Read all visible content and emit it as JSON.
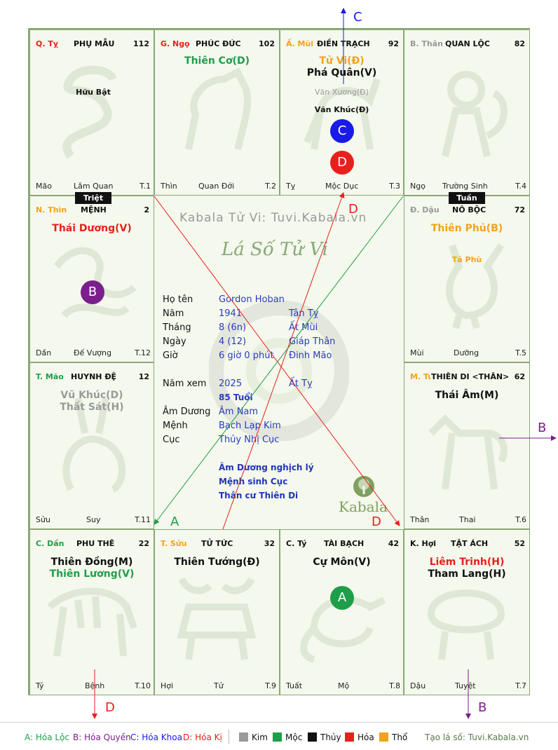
{
  "cells": {
    "ty_q": {
      "branch": "Q. Tỵ",
      "palace": "PHỤ MẪU",
      "score": "112",
      "stars_major": [],
      "stars_minor": [
        "Hữu Bật"
      ],
      "bottom_left": "Mão",
      "bottom_mid": "Lâm Quan",
      "bottom_right": "T.1"
    },
    "ngo_g": {
      "branch": "G. Ngọ",
      "palace": "PHÚC ĐỨC",
      "score": "102",
      "stars_major": [
        "Thiên Cơ(D)"
      ],
      "stars_minor": [],
      "bottom_left": "Thìn",
      "bottom_mid": "Quan Đới",
      "bottom_right": "T.2"
    },
    "mui_a": {
      "branch": "Ấ. Mùi",
      "palace": "ĐIỀN TRẠCH",
      "score": "92",
      "stars_major": [
        "Tử Vi(Đ)",
        "Phá Quân(V)"
      ],
      "stars_minor": [
        "Văn Xương(Đ)",
        "Văn Khúc(Đ)"
      ],
      "bottom_left": "Tỵ",
      "bottom_mid": "Mộc Dục",
      "bottom_right": "T.3"
    },
    "than_b": {
      "branch": "B. Thân",
      "palace": "QUAN LỘC",
      "score": "82",
      "stars_major": [],
      "stars_minor": [],
      "bottom_left": "Ngọ",
      "bottom_mid": "Trường Sinh",
      "bottom_right": "T.4"
    },
    "thin_n": {
      "branch": "N. Thìn",
      "palace": "MỆNH",
      "score": "2",
      "stars_major": [
        "Thái Dương(V)"
      ],
      "stars_minor": [],
      "bottom_left": "Dần",
      "bottom_mid": "Đế Vượng",
      "bottom_right": "T.12"
    },
    "dau_d": {
      "branch": "Đ. Dậu",
      "palace": "NÔ BỘC",
      "score": "72",
      "stars_major": [
        "Thiên Phủ(B)"
      ],
      "stars_minor": [
        "Tả Phù"
      ],
      "bottom_left": "Mùi",
      "bottom_mid": "Dưỡng",
      "bottom_right": "T.5"
    },
    "mao_t": {
      "branch": "T. Mão",
      "palace": "HUYNH ĐỆ",
      "score": "12",
      "stars_major": [
        "Vũ Khúc(D)",
        "Thất Sát(H)"
      ],
      "stars_minor": [],
      "bottom_left": "Sửu",
      "bottom_mid": "Suy",
      "bottom_right": "T.11"
    },
    "tuat_m": {
      "branch": "M. Tuất",
      "palace": "THIÊN DI <THÂN>",
      "score": "62",
      "stars_major": [
        "Thái Âm(M)"
      ],
      "stars_minor": [],
      "bottom_left": "Thân",
      "bottom_mid": "Thai",
      "bottom_right": "T.6"
    },
    "dan_c": {
      "branch": "C. Dần",
      "palace": "PHU THÊ",
      "score": "22",
      "stars_major": [
        "Thiên Đồng(M)",
        "Thiên Lương(V)"
      ],
      "stars_minor": [],
      "bottom_left": "Tý",
      "bottom_mid": "Bệnh",
      "bottom_right": "T.10"
    },
    "suu_t": {
      "branch": "T. Sửu",
      "palace": "TỬ TỨC",
      "score": "32",
      "stars_major": [
        "Thiên Tướng(Đ)"
      ],
      "stars_minor": [],
      "bottom_left": "Hợi",
      "bottom_mid": "Tử",
      "bottom_right": "T.9"
    },
    "ty_c": {
      "branch": "C. Tý",
      "palace": "TÀI BẠCH",
      "score": "42",
      "stars_major": [
        "Cự Môn(V)"
      ],
      "stars_minor": [],
      "bottom_left": "Tuất",
      "bottom_mid": "Mộ",
      "bottom_right": "T.8"
    },
    "hoi_k": {
      "branch": "K. Hợi",
      "palace": "TẬT ÁCH",
      "score": "52",
      "stars_major": [
        "Liêm Trinh(H)",
        "Tham Lang(H)"
      ],
      "stars_minor": [],
      "bottom_left": "Dậu",
      "bottom_mid": "Tuyệt",
      "bottom_right": "T.7"
    }
  },
  "tags": {
    "triet": "Triệt",
    "tuan": "Tuần"
  },
  "badges": {
    "a": "A",
    "b": "B",
    "c": "C",
    "d": "D"
  },
  "arrow_labels": {
    "a": "A",
    "b": "B",
    "c": "C",
    "d": "D"
  },
  "center": {
    "watermark": "Kabala Tử Vi: Tuvi.Kabala.vn",
    "subtitle": "Lá Số Tử Vi",
    "logo_text": "Kabala",
    "rows": [
      {
        "label": "Họ tên",
        "value": "Gordon Hoban",
        "can": ""
      },
      {
        "label": "Năm",
        "value": "1941",
        "can": "Tân Tỵ"
      },
      {
        "label": "Tháng",
        "value": "8  (6n)",
        "can": "Ất Mùi"
      },
      {
        "label": "Ngày",
        "value": "4  (12)",
        "can": "Giáp Thân"
      },
      {
        "label": "Giờ",
        "value": "6 giờ 0 phút",
        "can": "Đinh Mão"
      },
      {
        "label": "Năm xem",
        "value": "2025",
        "can": "Ất Tỵ"
      },
      {
        "label": "",
        "value": "85 Tuổi",
        "can": ""
      },
      {
        "label": "Âm Dương",
        "value": "Âm Nam",
        "can": ""
      },
      {
        "label": "Mệnh",
        "value": "Bạch Lạp Kim",
        "can": ""
      },
      {
        "label": "Cục",
        "value": "Thủy Nhị Cục",
        "can": ""
      }
    ],
    "notes": [
      "Âm Dương nghịch lý",
      "Mệnh sinh Cục",
      "Thân cư Thiên Di"
    ]
  },
  "legend": {
    "hoa_loc": "A: Hóa Lộc",
    "hoa_quyen": "B: Hóa Quyền",
    "hoa_khoa": "C: Hóa Khoa",
    "hoa_ki": "D: Hóa Kị",
    "elements": [
      {
        "name": "Kim",
        "color": "#9a9a9a"
      },
      {
        "name": "Mộc",
        "color": "#1f9e4a"
      },
      {
        "name": "Thủy",
        "color": "#111111"
      },
      {
        "name": "Hỏa",
        "color": "#e8201c"
      },
      {
        "name": "Thổ",
        "color": "#f2a21c"
      }
    ],
    "site": "Tạo lá số: Tuvi.Kabala.vn"
  },
  "colors": {
    "kim": "#9a9a9a",
    "moc": "#1f9e4a",
    "thuy": "#111111",
    "hoa": "#e8201c",
    "tho": "#f2a21c",
    "blue": "#2a3bbd",
    "purple": "#7a1f8c"
  }
}
